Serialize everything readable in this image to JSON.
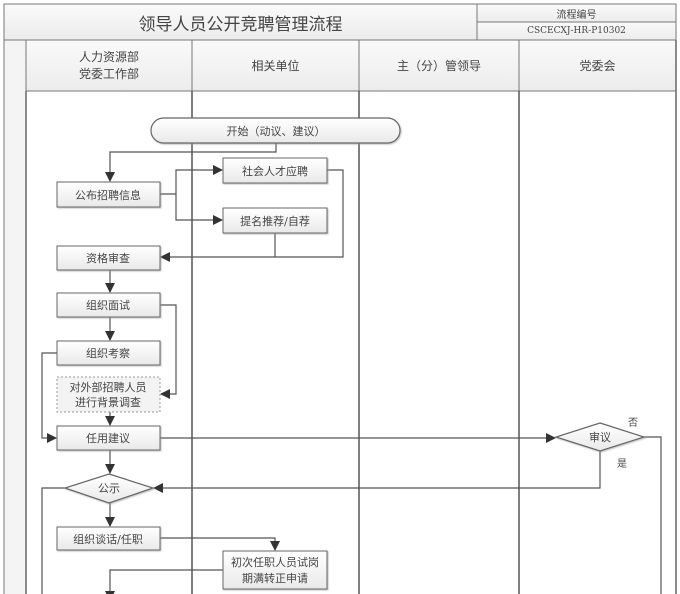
{
  "header": {
    "title": "领导人员公开竞聘管理流程",
    "code_label": "流程编号",
    "code_value": "CSCECXJ-HR-P10302"
  },
  "lanes": [
    {
      "line1": "人力资源部",
      "line2": "党委工作部"
    },
    {
      "line1": "相关单位",
      "line2": ""
    },
    {
      "line1": "主（分）管领导",
      "line2": ""
    },
    {
      "line1": "党委会",
      "line2": ""
    }
  ],
  "nodes": {
    "start": "开始（动议、建议）",
    "publish": "公布招聘信息",
    "social_apply": "社会人才应聘",
    "nominate": "提名推荐/自荐",
    "qualification": "资格审查",
    "interview": "组织面试",
    "inspection": "组织考察",
    "background_line1": "对外部招聘人员",
    "background_line2": "进行背景调查",
    "proposal": "任用建议",
    "review": "审议",
    "review_no": "否",
    "review_yes": "是",
    "publicity": "公示",
    "talk": "组织谈话/任职",
    "probation_line1": "初次任职人员试岗",
    "probation_line2": "期满转正申请"
  },
  "colors": {
    "line": "#555555",
    "border": "#777777",
    "header_bg": "#f2f2f2"
  }
}
